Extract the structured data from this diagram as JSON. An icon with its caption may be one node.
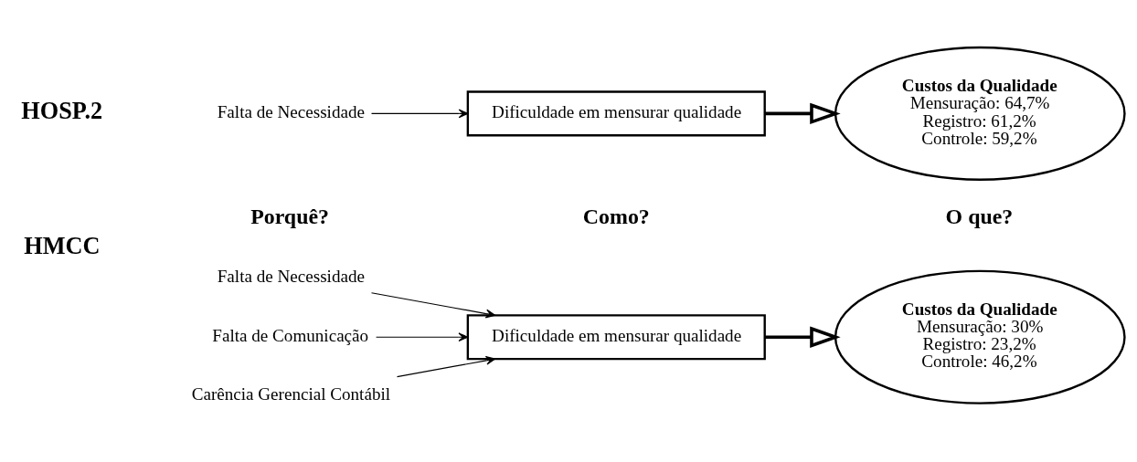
{
  "diagram": {
    "nodes": [
      {
        "text": [
          "Falta de Comunicação"
        ]
      },
      {
        "text": [
          "Falta de Necessidade"
        ]
      },
      {
        "text": [
          "Carência Gerencial Contábil"
        ]
      },
      {
        "text": [
          "Dificuldade em mensurar qualidade"
        ]
      },
      {
        "text": [
          "Custos da Qualidade",
          "Mensuração: 30%",
          "Registro: 23,2%",
          "Controle: 46,2%"
        ]
      },
      {
        "text": [
          "Falta de Necessidade"
        ]
      },
      {
        "text": [
          "Dificuldade em mensurar qualidade"
        ]
      },
      {
        "text": [
          "Custos da Qualidade",
          "Mensuração: 64,7%",
          "Registro: 61,2%",
          "Controle: 59,2%"
        ]
      }
    ],
    "edges": [
      {
        "from": 0,
        "to": 3,
        "arrow": "to"
      },
      {
        "from": 1,
        "to": 3,
        "arrow": "to"
      },
      {
        "from": 2,
        "to": 3,
        "arrow": "to"
      },
      {
        "from": 3,
        "to": 4,
        "arrow": "to",
        "style": "thick"
      },
      {
        "from": 5,
        "to": 6,
        "arrow": "to"
      },
      {
        "from": 6,
        "to": 7,
        "arrow": "to",
        "style": "thick"
      }
    ],
    "labels": [
      "Porquê?",
      "Como?",
      "O que?",
      "HMCC",
      "HOSP.2"
    ]
  }
}
